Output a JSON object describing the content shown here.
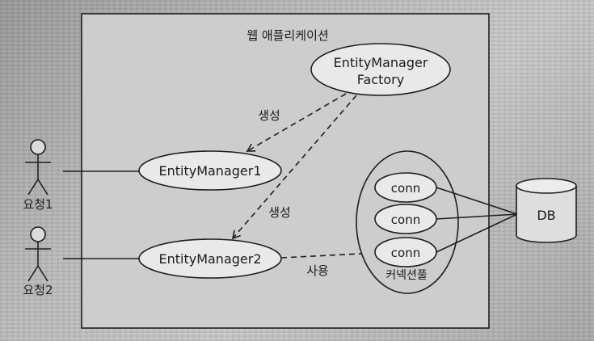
{
  "diagram": {
    "app_label": "웹 애플리케이션",
    "factory": {
      "line1": "EntityManager",
      "line2": "Factory"
    },
    "manager1": "EntityManager1",
    "manager2": "EntityManager2",
    "create_label_1": "생성",
    "create_label_2": "생성",
    "use_label": "사용",
    "actor1": "요청1",
    "actor2": "요청2",
    "connections": [
      "conn",
      "conn",
      "conn"
    ],
    "pool_label": "커넥션풀",
    "db_label": "DB"
  },
  "colors": {
    "box_fill": "#cdcdcd",
    "ellipse_fill": "#e9e9e9",
    "stroke": "#1e1e1e"
  }
}
